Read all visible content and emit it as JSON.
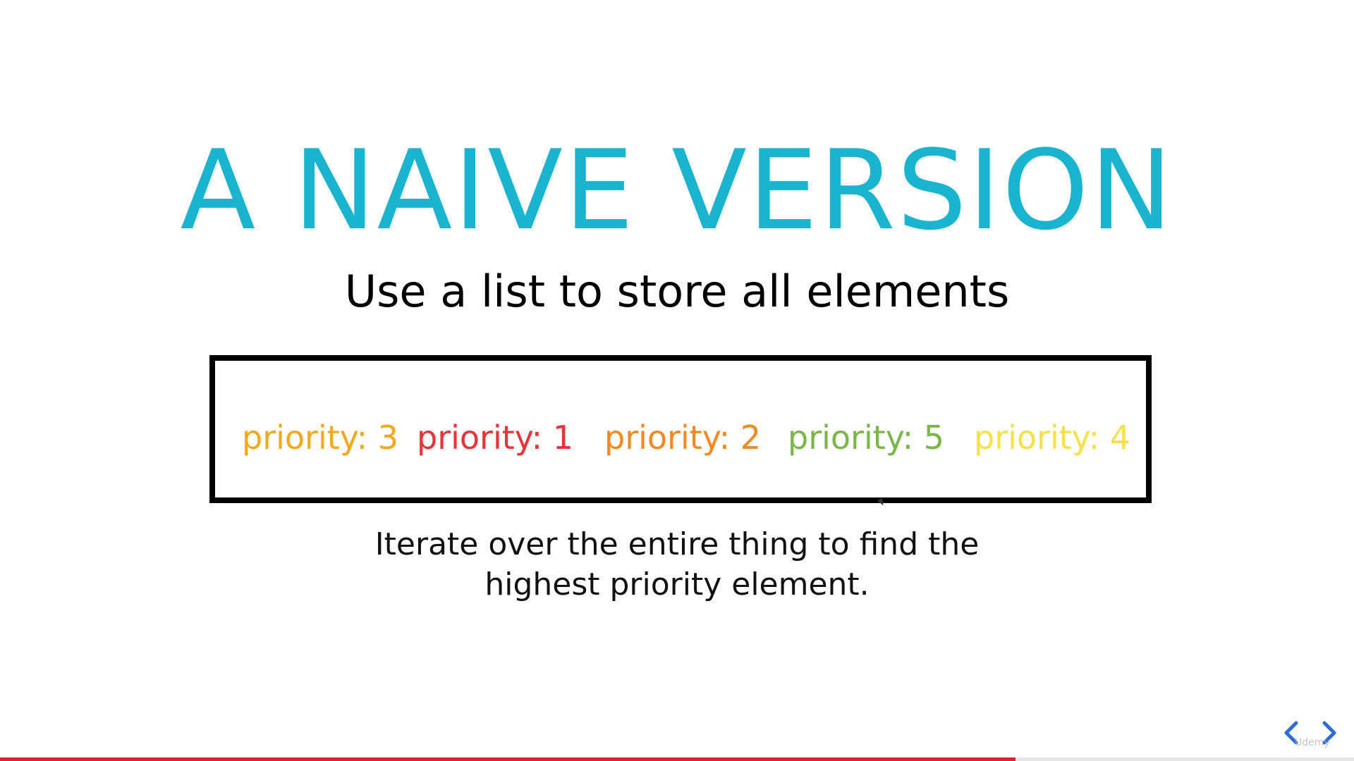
{
  "slide": {
    "title": "A NAIVE VERSION",
    "subtitle": "Use a list to store all elements",
    "list_items": [
      {
        "label": "priority: 3",
        "color": "#f4a81c"
      },
      {
        "label": "priority: 1",
        "color": "#e6353a"
      },
      {
        "label": "priority: 2",
        "color": "#f08a21"
      },
      {
        "label": "priority: 5",
        "color": "#7ab648"
      },
      {
        "label": "priority: 4",
        "color": "#f6e14b"
      }
    ],
    "caption_line1": "Iterate over the entire thing to find the",
    "caption_line2": "highest priority element."
  },
  "colors": {
    "title": "#1ab4cf",
    "progress": "#e0202a",
    "nav": "#2c6ed6"
  },
  "player": {
    "progress_fraction": 0.75,
    "prev_icon": "chevron-left-icon",
    "next_icon": "chevron-right-icon",
    "watermark": "Udemy"
  }
}
